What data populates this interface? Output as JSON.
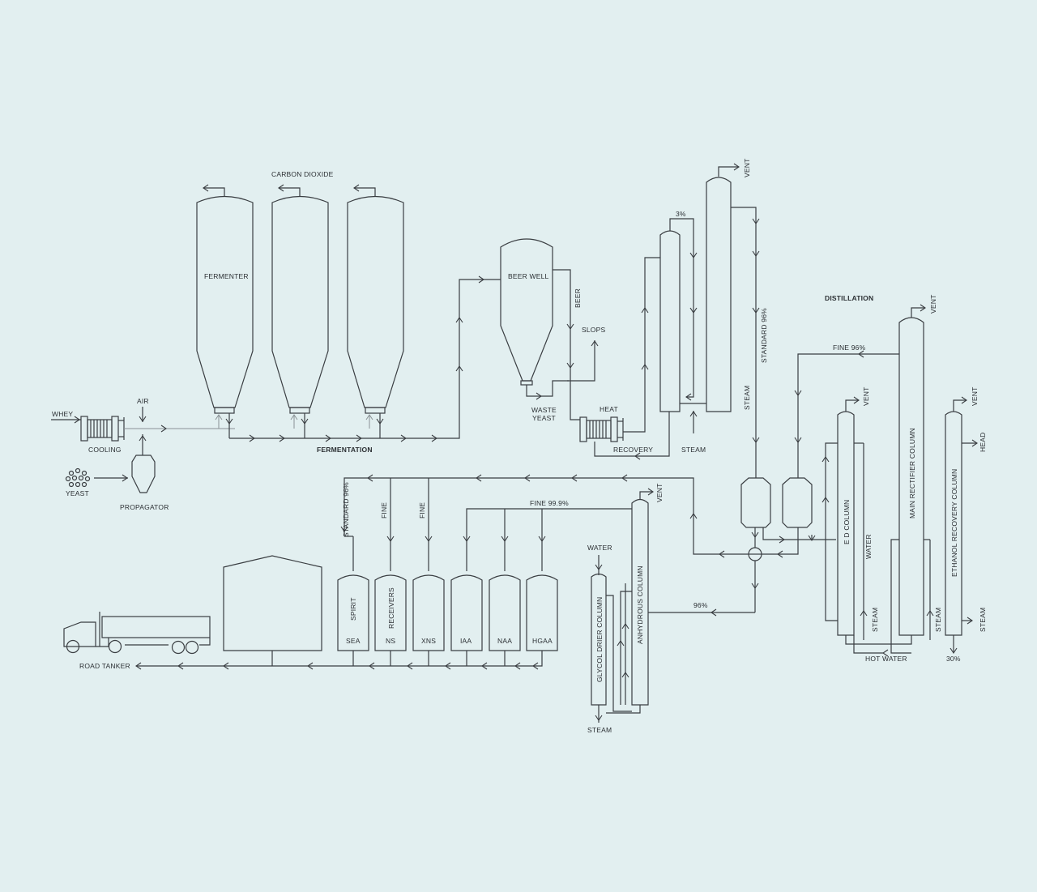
{
  "colors": {
    "background": "#e2eff0",
    "line": "#3a3e42",
    "text": "#2b2f33"
  },
  "labels": {
    "whey": "WHEY",
    "cooling": "COOLING",
    "air": "AIR",
    "yeast": "YEAST",
    "propagator": "PROPAGATOR",
    "carbon_dioxide": "CARBON DIOXIDE",
    "fermenter": "FERMENTER",
    "fermentation": "FERMENTATION",
    "beer_well": "BEER WELL",
    "beer": "BEER",
    "slops": "SLOPS",
    "waste": "WASTE",
    "yeast2": "YEAST",
    "heat": "HEAT",
    "recovery": "RECOVERY",
    "steam_a": "STEAM",
    "three_pct": "3%",
    "vent_top": "VENT",
    "standard_96_v": "STANDARD 96%",
    "steam_b": "STEAM",
    "distillation": "DISTILLATION",
    "vent_mrc": "VENT",
    "fine_96": "FINE 96%",
    "vent_ed": "VENT",
    "vent_erc": "VENT",
    "ed_column": "E D COLUMN",
    "water_ed": "WATER",
    "steam_ed": "STEAM",
    "main_rectifier": "MAIN RECTIFIER COLUMN",
    "steam_mrc": "STEAM",
    "ethanol_recovery": "ETHANOL RECOVERY COLUMN",
    "head": "HEAD",
    "steam_erc": "STEAM",
    "hot_water": "HOT WATER",
    "thirty_pct": "30%",
    "standard_96_tank": "STANDARD 96%",
    "fine_1": "FINE",
    "fine_2": "FINE",
    "fine_999": "FINE 99.9%",
    "vent_anh": "VENT",
    "water_gd": "WATER",
    "glycol_drier": "GLYCOL DRIER COLUMN",
    "anhydrous": "ANHYDROUS COLUMN",
    "ninety_six": "96%",
    "steam_gd": "STEAM",
    "spirit": "SPIRIT",
    "receivers": "RECEIVERS",
    "sea": "SEA",
    "ns": "NS",
    "xns": "XNS",
    "iaa": "IAA",
    "naa": "NAA",
    "hgaa": "HGAA",
    "road_tanker": "ROAD TANKER"
  }
}
